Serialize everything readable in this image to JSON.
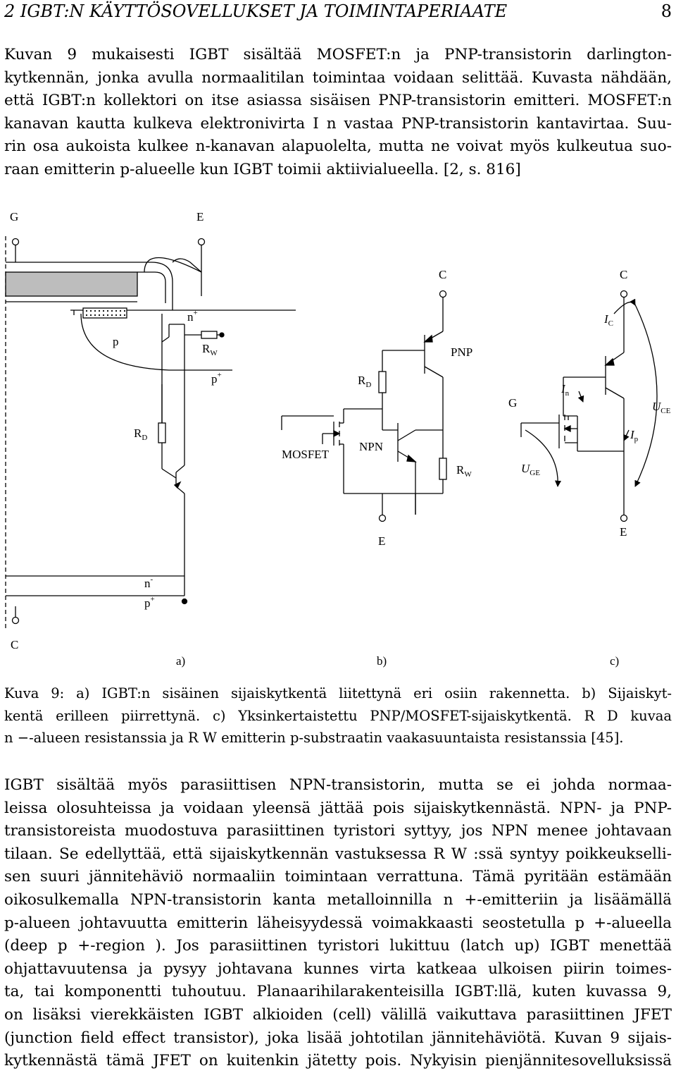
{
  "header": {
    "chapter": "2   IGBT:N KÄYTTÖSOVELLUKSET JA TOIMINTAPERIAATE",
    "page_number": "8"
  },
  "paragraph1": [
    "Kuvan 9 mukaisesti IGBT sisältää MOSFET:n ja PNP-transistorin darlington-",
    "kytkennän, jonka avulla normaalitilan toimintaa voidaan selittää. Kuvasta nähdään,",
    "että IGBT:n kollektori on itse asiassa sisäisen PNP-transistorin emitteri. MOSFET:n",
    "kanavan kautta kulkeva elektronivirta I n vastaa PNP-transistorin kantavirtaa. Suu-",
    "rin osa aukoista kulkee n-kanavan alapuolelta, mutta ne voivat myös kulkeutua suo-",
    "raan emitterin p-alueelle kun IGBT toimii aktiivialueella. [2, s. 816]"
  ],
  "figure": {
    "a": {
      "label": "a)",
      "G": "G",
      "E": "E",
      "C": "C",
      "n_plus": "n",
      "n_plus_sup": "+",
      "p": "p",
      "p_plus": "p",
      "p_plus_sup": "+",
      "rw": "R",
      "rw_sub": "W",
      "rd": "R",
      "rd_sub": "D",
      "n_minus": "n",
      "n_minus_sup": "-",
      "p_plus_bottom": "p",
      "p_plus_bottom_sup": "+"
    },
    "b": {
      "label": "b)",
      "C": "C",
      "E": "E",
      "pnp": "PNP",
      "npn": "NPN",
      "mosfet": "MOSFET",
      "rd": "R",
      "rd_sub": "D",
      "rw": "R",
      "rw_sub": "W"
    },
    "c": {
      "label": "c)",
      "C": "C",
      "E": "E",
      "G": "G",
      "ic": "I",
      "ic_sub": "C",
      "in": "I",
      "in_sub": "n",
      "ip": "I",
      "ip_sub": "p",
      "uce": "U",
      "uce_sub": "CE",
      "uge": "U",
      "uge_sub": "GE"
    }
  },
  "caption": [
    "Kuva 9: a) IGBT:n sisäinen sijaiskytkentä liitettynä eri osiin rakennetta. b) Sijaiskyt-",
    "kentä erilleen piirrettynä. c) Yksinkertaistettu PNP/MOSFET-sijaiskytkentä. R D kuvaa",
    "n −-alueen resistanssia ja R W emitterin p-substraatin vaakasuuntaista resistanssia [45]."
  ],
  "paragraph2": [
    "IGBT sisältää myös parasiittisen NPN-transistorin, mutta se ei johda normaa-",
    "leissa olosuhteissa ja voidaan yleensä jättää pois sijaiskytkennästä. NPN- ja PNP-",
    "transistoreista muodostuva parasiittinen tyristori syttyy, jos NPN menee johtavaan",
    "tilaan. Se edellyttää, että sijaiskytkennän vastuksessa R W :ssä syntyy poikkeukselli-",
    "sen suuri jännitehäviö normaaliin toimintaan verrattuna. Tämä pyritään estämään",
    "oikosulkemalla NPN-transistorin kanta metalloinnilla n +-emitteriin ja lisäämällä",
    "p-alueen johtavuutta emitterin läheisyydessä voimakkaasti seostetulla p +-alueella",
    "(deep p +-region ). Jos parasiittinen tyristori lukittuu (latch up) IGBT menettää",
    "ohjattavuutensa ja pysyy johtavana kunnes virta katkeaa ulkoisen piirin toimes-",
    "ta, tai komponentti tuhoutuu. Planaarihilarakenteisilla IGBT:llä, kuten kuvassa 9,",
    "on lisäksi vierekkäisten IGBT alkioiden (cell) välillä vaikuttava parasiittinen JFET",
    "(junction field effect transistor), joka lisää johtotilan jännitehäviötä. Kuvan 9 sijais-",
    "kytkennästä tämä JFET on kuitenkin jätetty pois. Nykyisin pienjännitesovelluksissä"
  ]
}
